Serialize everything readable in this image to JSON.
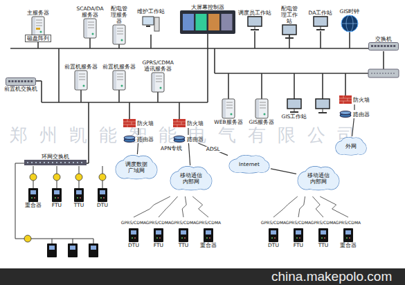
{
  "diagram": {
    "nodes": [
      {
        "text": [
          "主服务器",
          "磁盘阵列"
        ]
      },
      {
        "text": [
          "SCADA/DA服务器"
        ]
      },
      {
        "text": [
          "配电管理服务器"
        ]
      },
      {
        "text": [
          "维护工作站"
        ]
      },
      {
        "text": [
          "大屏幕控制器"
        ]
      },
      {
        "text": [
          "调度员工作站"
        ]
      },
      {
        "text": [
          "配电管理工作站"
        ]
      },
      {
        "text": [
          "DA工作站"
        ]
      },
      {
        "text": [
          "GIS时钟"
        ]
      },
      {
        "text": [
          "交换机"
        ]
      },
      {
        "text": [
          "前置机服务器"
        ]
      },
      {
        "text": [
          "前置机服务器"
        ]
      },
      {
        "text": [
          "GPRS/CDMA通讯服务器"
        ]
      },
      {
        "text": [
          "前置机交换机"
        ]
      },
      {
        "text": [
          "环网交换机"
        ]
      },
      {
        "text": [
          "重合器"
        ]
      },
      {
        "text": [
          "FTU"
        ]
      },
      {
        "text": [
          "TTU"
        ]
      },
      {
        "text": [
          "DTU"
        ]
      },
      {
        "text": [
          "防火墙"
        ]
      },
      {
        "text": [
          "路由器"
        ]
      },
      {
        "text": [
          "调度数据广域网"
        ]
      },
      {
        "text": [
          "防火墙"
        ]
      },
      {
        "text": [
          "路由器"
        ]
      },
      {
        "text": [
          "移动通信内部网"
        ]
      },
      {
        "text": [
          "WEB服务器"
        ]
      },
      {
        "text": [
          "GIS服务器"
        ]
      },
      {
        "text": [
          "GIS工作站"
        ]
      },
      {
        "text": [
          "防火墙"
        ]
      },
      {
        "text": [
          "路由器"
        ]
      },
      {
        "text": [
          "外网"
        ]
      },
      {
        "text": [
          "Internet"
        ]
      },
      {
        "text": [
          "移动通信内部网"
        ]
      },
      {
        "text": [
          "DTU"
        ]
      },
      {
        "text": [
          "FTU"
        ]
      },
      {
        "text": [
          "TTU"
        ]
      },
      {
        "text": [
          "重合器"
        ]
      },
      {
        "text": [
          "DTU"
        ]
      },
      {
        "text": [
          "FTU"
        ]
      },
      {
        "text": [
          "TTU"
        ]
      },
      {
        "text": [
          "重合器"
        ]
      }
    ],
    "edges": [
      {
        "from": 19,
        "to": 20,
        "arrow": "none"
      },
      {
        "from": 20,
        "to": 21,
        "arrow": "none"
      },
      {
        "from": 22,
        "to": 23,
        "arrow": "none"
      },
      {
        "from": 23,
        "to": 24,
        "arrow": "none"
      },
      {
        "from": 23,
        "to": 31,
        "label": "ADSL",
        "arrow": "none"
      },
      {
        "from": 31,
        "to": 32,
        "arrow": "none"
      },
      {
        "from": 28,
        "to": 29,
        "arrow": "none"
      },
      {
        "from": 29,
        "to": 30,
        "arrow": "none"
      }
    ],
    "labels": [
      "郑州凯能智能电气有限公司",
      "APN专线",
      "GPRS/CDMA",
      "GPRS/CDMA",
      "GPRS/CDMA",
      "GPRS/CDMA",
      "GPRS/CDMA",
      "GPRS/CDMA",
      "GPRS/CDMA",
      "GPRS/CDMA",
      "china.makepolo.com"
    ]
  }
}
